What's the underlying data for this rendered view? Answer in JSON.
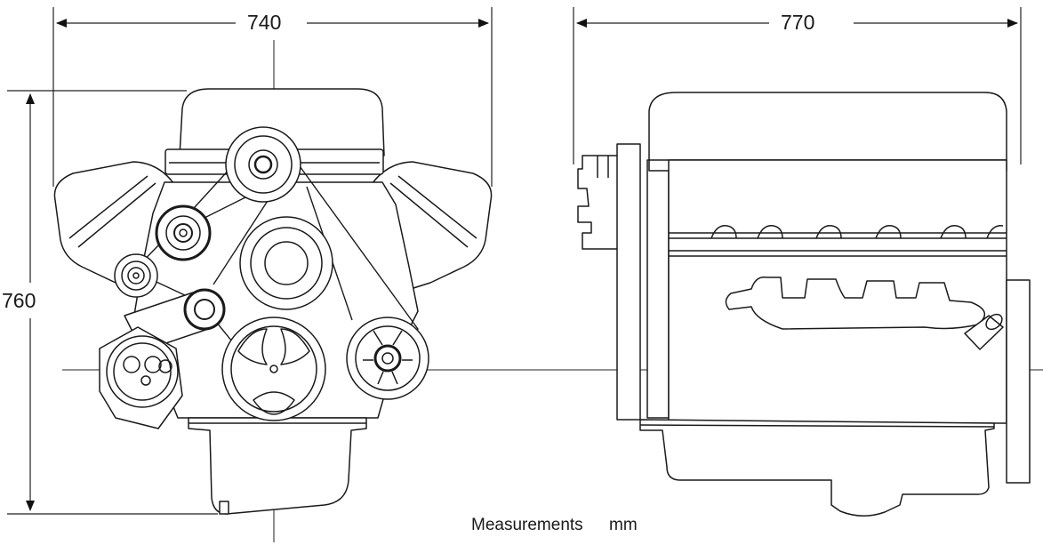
{
  "dimensions": {
    "width": "740",
    "length": "770",
    "height": "760"
  },
  "caption": {
    "text": "Measurements",
    "unit": "mm"
  }
}
